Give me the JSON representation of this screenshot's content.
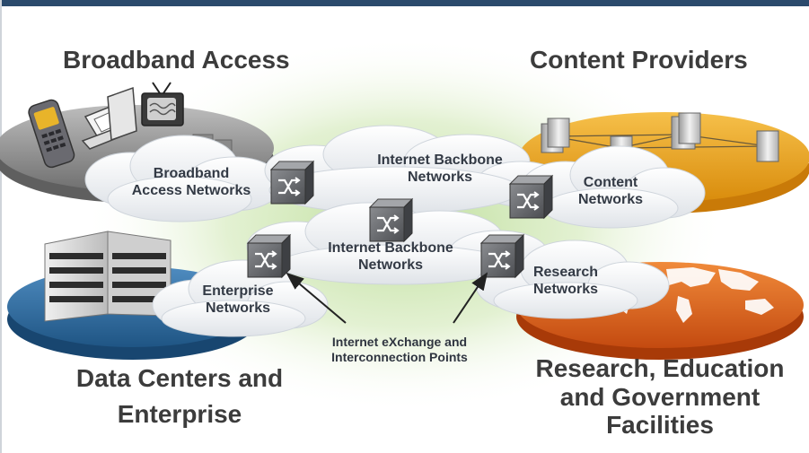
{
  "headings": {
    "broadband": "Broadband Access",
    "content": "Content Providers",
    "datacenter": [
      "Data Centers and",
      "Enterprise"
    ],
    "research": [
      "Research, Education",
      "and Government",
      "Facilities"
    ]
  },
  "networks": {
    "broadband": [
      "Broadband",
      "Access Networks"
    ],
    "backbone_top": [
      "Internet Backbone",
      "Networks"
    ],
    "content": [
      "Content",
      "Networks"
    ],
    "backbone_mid": [
      "Internet Backbone",
      "Networks"
    ],
    "enterprise": [
      "Enterprise",
      "Networks"
    ],
    "research": [
      "Research",
      "Networks"
    ]
  },
  "ix_label": [
    "Internet eXchange and",
    "Interconnection Points"
  ],
  "colors": {
    "top_bar": "#2b4a6c",
    "broadband_disc": "#9a9a9a",
    "content_disc": "#e8a21a",
    "datacenter_disc": "#2f6c9e",
    "research_disc": "#e0621c",
    "backbone_glow": "#c9e3a8",
    "router": "#6e7075"
  },
  "icons": [
    "mobile-phone-icon",
    "computer-icon",
    "television-icon",
    "server-icon",
    "office-building-icon",
    "world-map-icon",
    "router-icon"
  ]
}
